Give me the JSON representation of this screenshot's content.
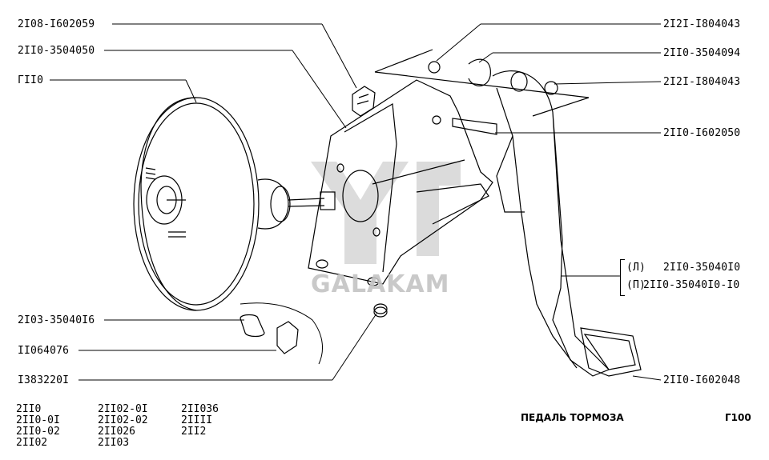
{
  "labels_left": [
    "2I08-I602059",
    "2II0-3504050",
    "ГII0",
    "2I03-35040I6",
    "II064076",
    "I383220I"
  ],
  "labels_right": [
    "2I2I-I804043",
    "2II0-3504094",
    "2I2I-I804043",
    "2II0-I602050",
    "2II0-I602048"
  ],
  "pedal_variants": {
    "left_tag": "(Л)",
    "left_code": "2II0-35040I0",
    "right_tag": "(П)",
    "right_code": "2II0-35040I0-I0"
  },
  "models": {
    "col1": [
      "2II0",
      "2II0-0I",
      "2II0-02",
      "2II02"
    ],
    "col2": [
      "2II02-0I",
      "2II02-02",
      "2II026",
      "2II03"
    ],
    "col3": [
      "2II036",
      "2IIII",
      "2II2"
    ]
  },
  "title": "ПЕДАЛЬ ТОРМОЗА",
  "page_code": "Г100",
  "watermark": "GALAKAM",
  "colors": {
    "ink": "#000000",
    "watermark": "#c4c4c4"
  }
}
